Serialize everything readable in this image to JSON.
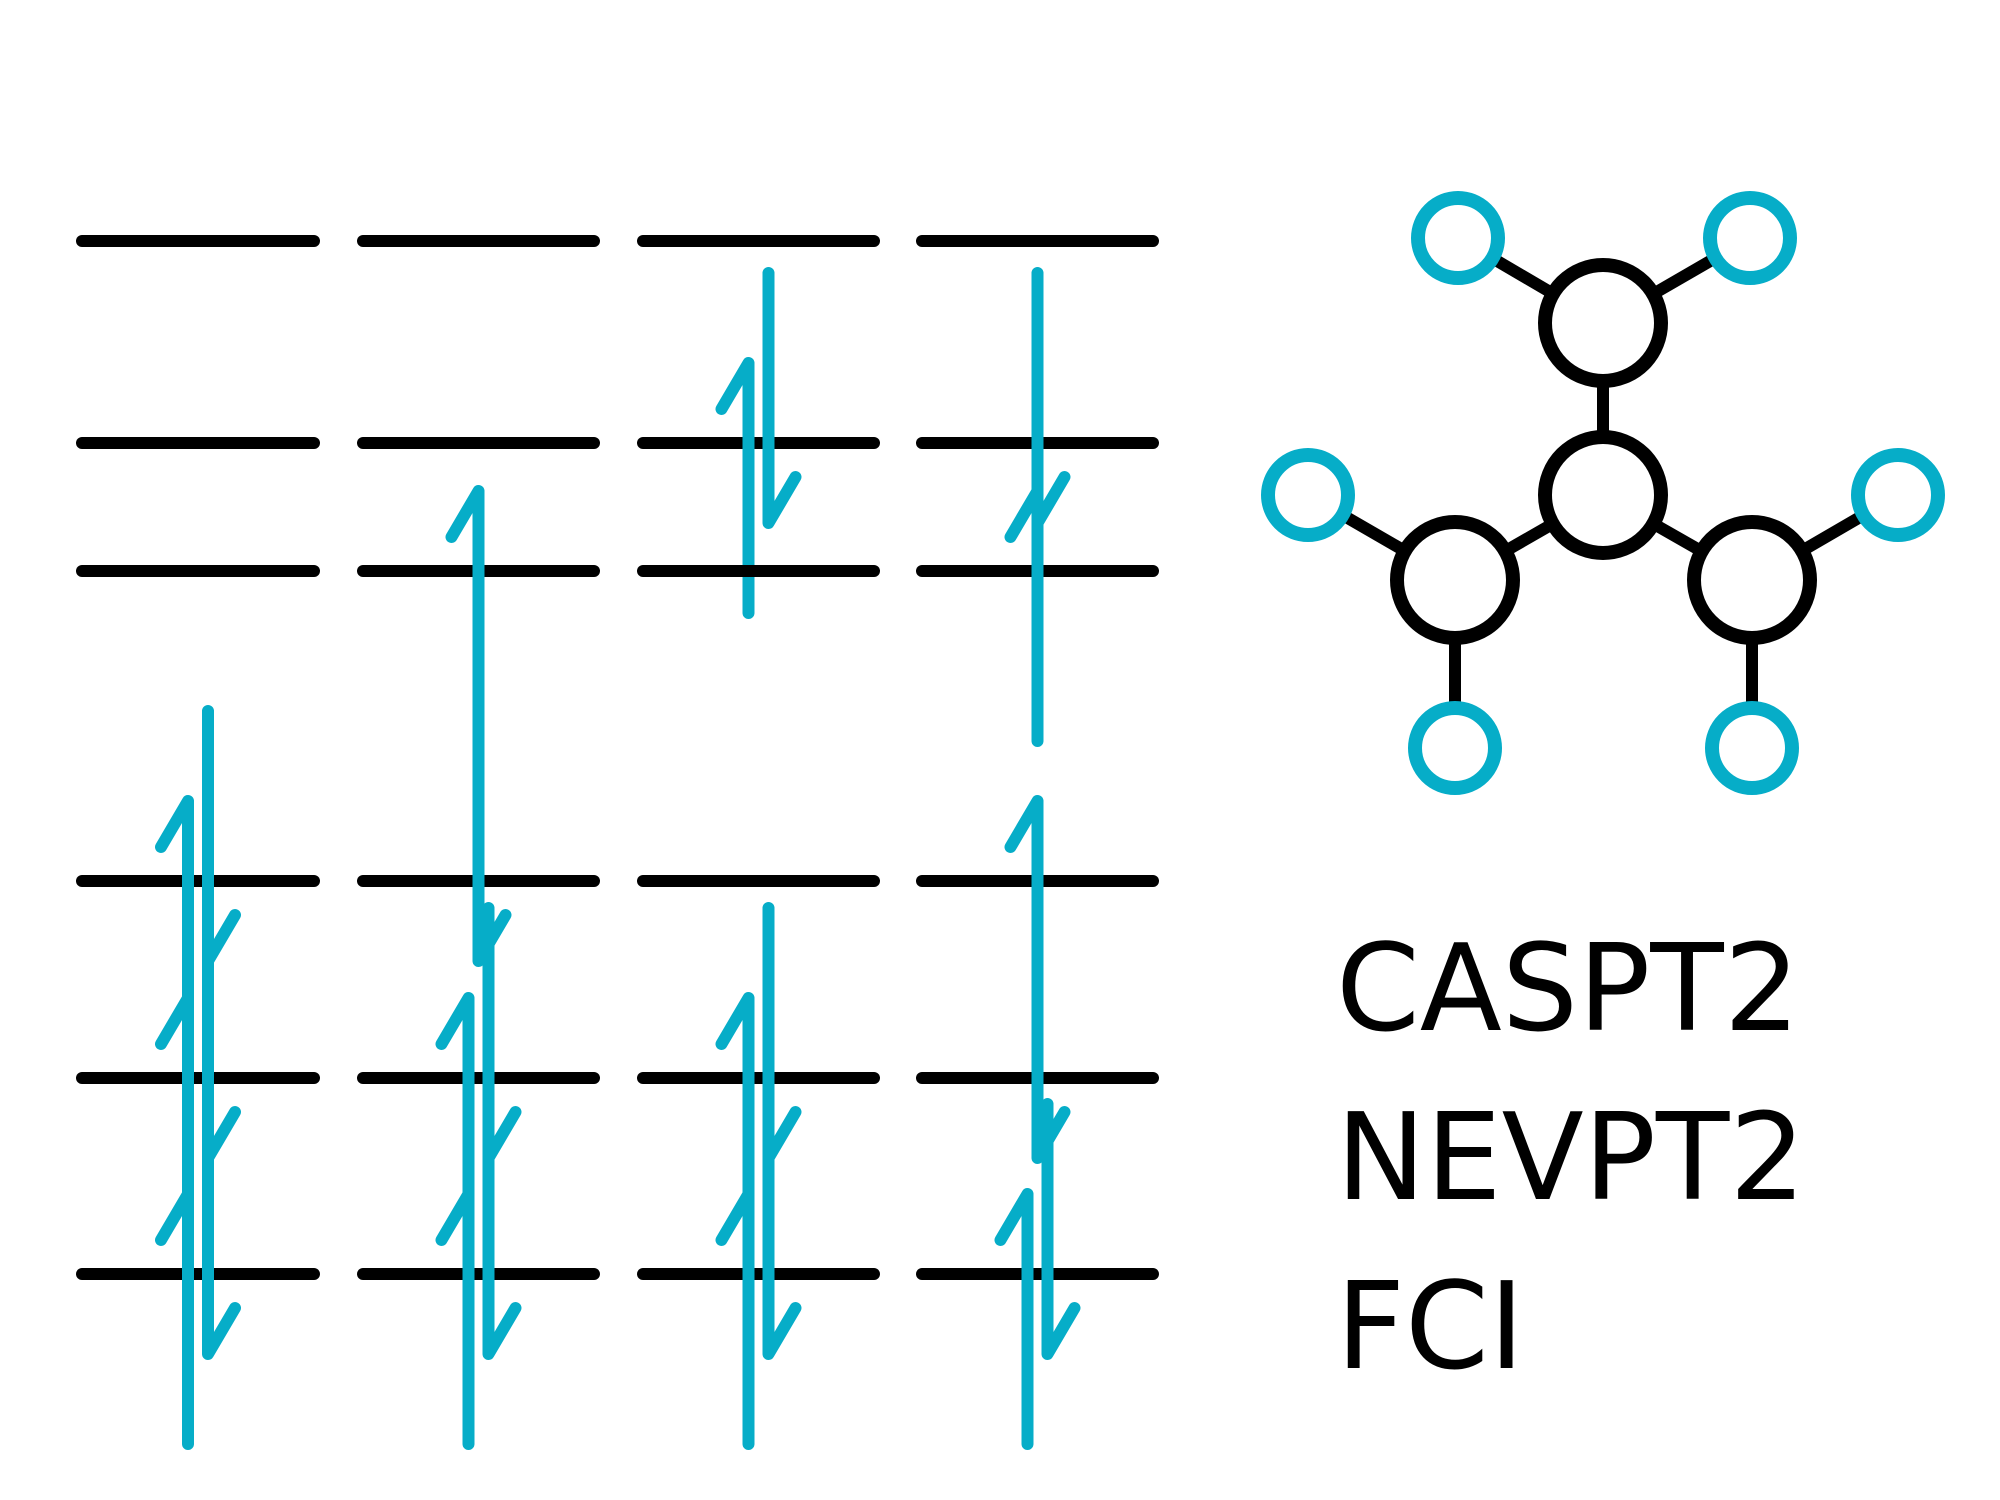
{
  "colors": {
    "level_line": "#000000",
    "electron": "#06adc8",
    "molecule_bond": "#000000",
    "molecule_heavy_atom": "#000000",
    "molecule_hydrogen_atom": "#06adc8",
    "background": "#ffffff"
  },
  "orbital_diagram": {
    "columns": 4,
    "levels_per_column": 6,
    "occupancies": [
      [
        "empty",
        "empty",
        "empty",
        "empty"
      ],
      [
        "empty",
        "empty",
        "double",
        "down"
      ],
      [
        "empty",
        "up",
        "empty",
        "up"
      ],
      [
        "double",
        "down",
        "empty",
        "up"
      ],
      [
        "double",
        "double",
        "double",
        "down"
      ],
      [
        "double",
        "double",
        "double",
        "double"
      ]
    ]
  },
  "molecule": {
    "icon": "molecule-icon",
    "heavy_atoms": 4,
    "hydrogen_atoms": 6
  },
  "methods": [
    "CASPT2",
    "NEVPT2",
    "FCI"
  ]
}
